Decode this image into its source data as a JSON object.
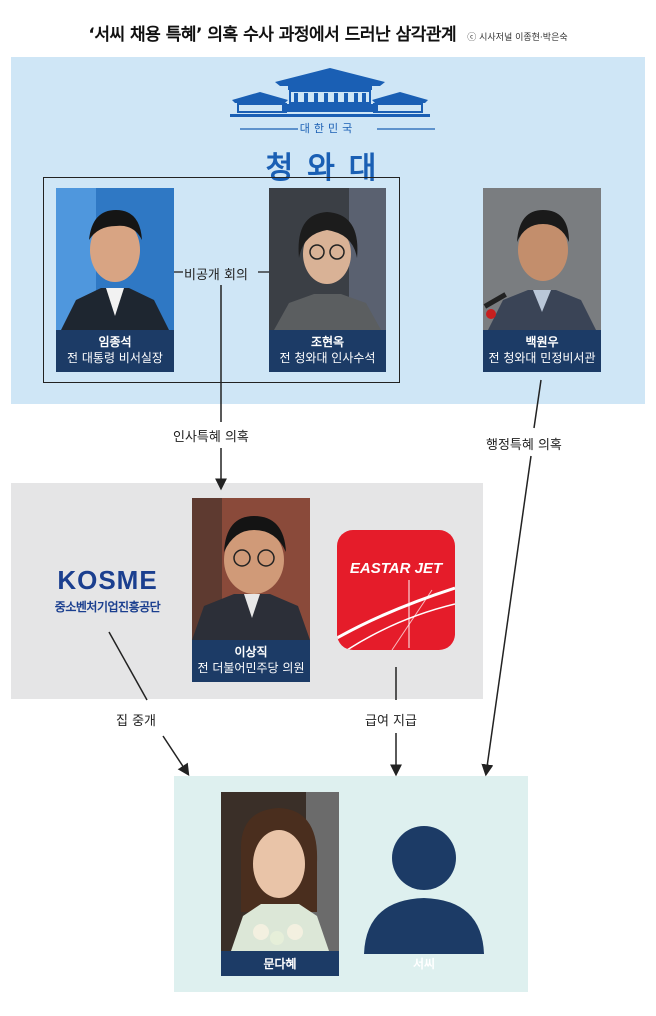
{
  "title": {
    "main": "‘서씨 채용 특혜’ 의혹 수사 과정에서 드러난 삼각관계",
    "credit": "ⓒ 시사저널 이종현·박은숙"
  },
  "cheongwadae": {
    "label_small": "대한민국",
    "label_big": "청와대"
  },
  "people": {
    "im": {
      "name": "임종석",
      "role": "전 대통령 비서실장"
    },
    "cho": {
      "name": "조현옥",
      "role": "전 청와대 인사수석"
    },
    "baek": {
      "name": "백원우",
      "role": "전 청와대 민정비서관"
    },
    "lee": {
      "name": "이상직",
      "role": "전 더불어민주당 의원"
    },
    "moon": {
      "name": "문다혜"
    },
    "seo": {
      "name": "서씨"
    }
  },
  "orgs": {
    "kosme_word": "KOSME",
    "kosme_sub": "중소벤처기업진흥공단",
    "eastar": "EASTAR JET"
  },
  "relations": {
    "private_meeting": "비공개 회의",
    "personnel": "인사특혜 의혹",
    "admin": "행정특혜 의혹",
    "house": "집 중개",
    "salary": "급여 지급"
  },
  "colors": {
    "top_panel": "#cfe6f6",
    "mid_panel": "#e5e5e6",
    "bottom_panel": "#def0ef",
    "caption_bg": "#1c3b66",
    "cheongwadae_blue": "#1a5fb4",
    "eastar_red": "#e51c2a",
    "kosme_blue": "#1b3f8f"
  }
}
